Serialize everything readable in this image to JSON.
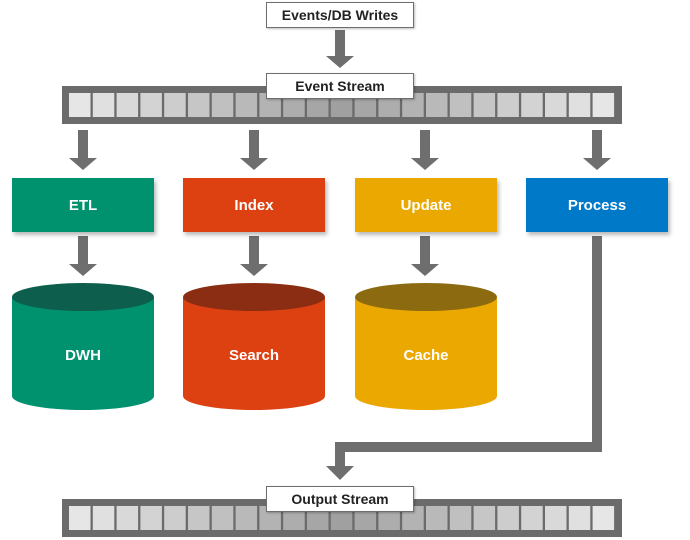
{
  "input_label": "Events/DB Writes",
  "event_stream_label": "Event Stream",
  "output_stream_label": "Output Stream",
  "processors": [
    {
      "label": "ETL",
      "color": "#00916e"
    },
    {
      "label": "Index",
      "color": "#dd4111"
    },
    {
      "label": "Update",
      "color": "#eaa800"
    },
    {
      "label": "Process",
      "color": "#0179c9"
    }
  ],
  "stores": [
    {
      "label": "DWH",
      "color": "#00916e",
      "top_color": "#0d5e4c"
    },
    {
      "label": "Search",
      "color": "#dd4111",
      "top_color": "#8b2d12"
    },
    {
      "label": "Cache",
      "color": "#eaa800",
      "top_color": "#8b6a10"
    }
  ],
  "colors": {
    "arrow": "#6e6e6e",
    "stream_frame": "#6b6b6b"
  }
}
